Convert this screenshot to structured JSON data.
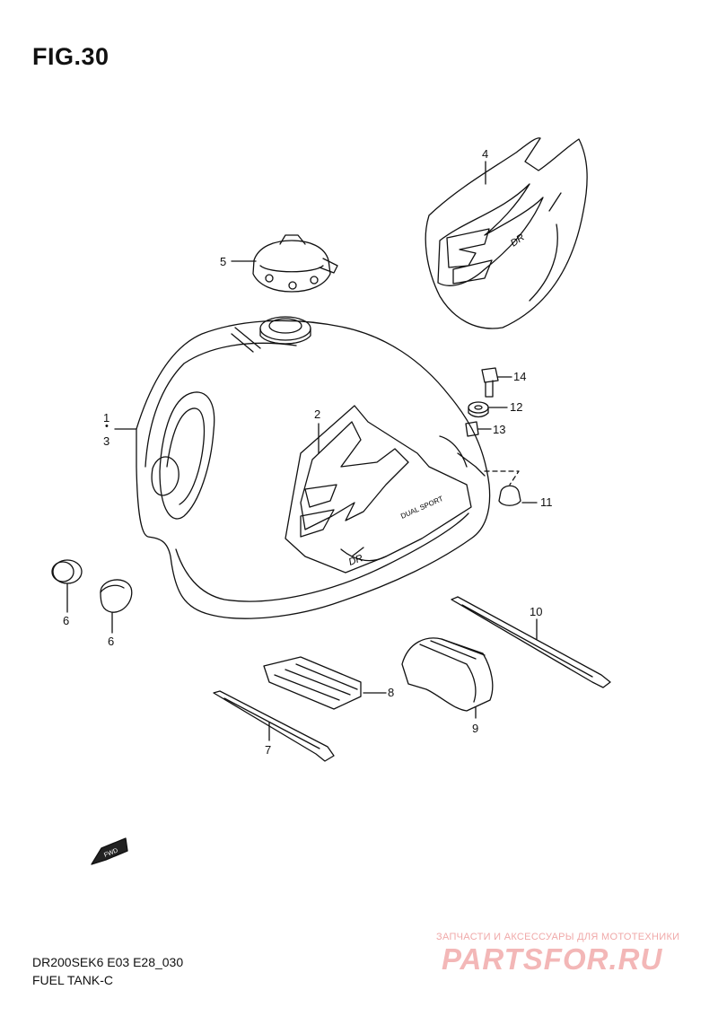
{
  "figure": {
    "title": "FIG.30"
  },
  "callouts": [
    {
      "id": "1",
      "label": "1"
    },
    {
      "id": "dot",
      "label": "•"
    },
    {
      "id": "3",
      "label": "3"
    },
    {
      "id": "2",
      "label": "2"
    },
    {
      "id": "4",
      "label": "4"
    },
    {
      "id": "5",
      "label": "5"
    },
    {
      "id": "6a",
      "label": "6"
    },
    {
      "id": "6b",
      "label": "6"
    },
    {
      "id": "7",
      "label": "7"
    },
    {
      "id": "8",
      "label": "8"
    },
    {
      "id": "9",
      "label": "9"
    },
    {
      "id": "10",
      "label": "10"
    },
    {
      "id": "11",
      "label": "11"
    },
    {
      "id": "12",
      "label": "12"
    },
    {
      "id": "13",
      "label": "13"
    },
    {
      "id": "14",
      "label": "14"
    }
  ],
  "decals": {
    "dual_sport": "DUAL SPORT",
    "dr": "DR"
  },
  "fwd_label": "FWD",
  "footer": {
    "model_code": "DR200SEK6 E03 E28_030",
    "name": "FUEL TANK-C"
  },
  "watermark": {
    "tagline": "ЗАПЧАСТИ И АКСЕССУАРЫ ДЛЯ МОТОТЕХНИКИ",
    "site": "PARTSFOR.RU"
  }
}
